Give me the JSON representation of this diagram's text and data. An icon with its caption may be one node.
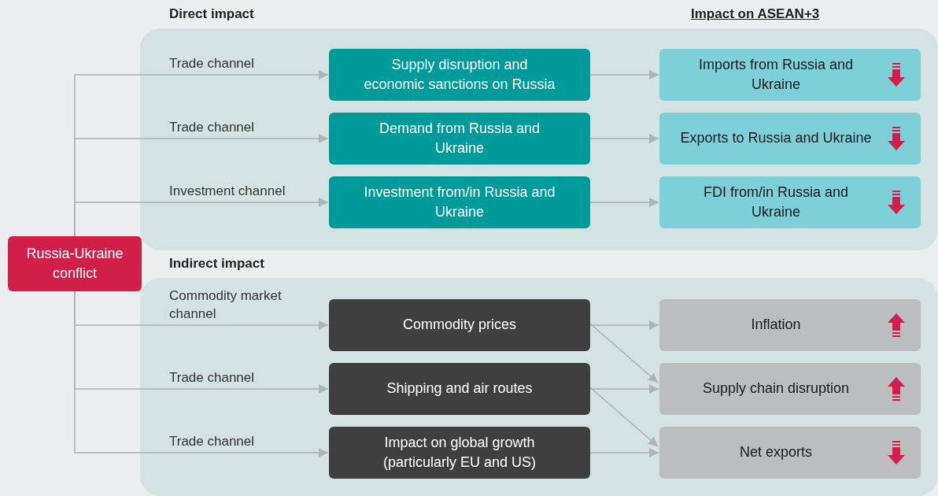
{
  "diagram": {
    "nodes": [
      {
        "text": [
          "Russia-Ukraine conflict"
        ]
      },
      {
        "text": [
          "Direct impact"
        ]
      },
      {
        "text": [
          "Supply disruption and economic sanctions on Russia"
        ],
        "in": 1
      },
      {
        "text": [
          "Demand from Russia and Ukraine"
        ],
        "in": 1
      },
      {
        "text": [
          "Investment from/in Russia and Ukraine"
        ],
        "in": 1
      },
      {
        "text": [
          "Imports from Russia and Ukraine"
        ],
        "in": 1
      },
      {
        "text": [
          "Exports to Russia and Ukraine"
        ],
        "in": 1
      },
      {
        "text": [
          "FDI from/in Russia and Ukraine"
        ],
        "in": 1
      },
      {
        "text": [
          "Indirect impact"
        ]
      },
      {
        "text": [
          "Commodity prices"
        ],
        "in": 8
      },
      {
        "text": [
          "Shipping and air routes"
        ],
        "in": 8
      },
      {
        "text": [
          "Impact on global growth (particularly EU and US)"
        ],
        "in": 8
      },
      {
        "text": [
          "Inflation"
        ],
        "in": 8
      },
      {
        "text": [
          "Supply chain disruption"
        ],
        "in": 8
      },
      {
        "text": [
          "Net exports"
        ],
        "in": 8
      }
    ],
    "edges": [
      {
        "from": 0,
        "to": 2,
        "arrow": "to",
        "label": "Trade channel"
      },
      {
        "from": 0,
        "to": 3,
        "arrow": "to",
        "label": "Trade channel"
      },
      {
        "from": 0,
        "to": 4,
        "arrow": "to",
        "label": "Investment channel"
      },
      {
        "from": 0,
        "to": 9,
        "arrow": "to",
        "label": "Commodity market channel"
      },
      {
        "from": 0,
        "to": 10,
        "arrow": "to",
        "label": "Trade channel"
      },
      {
        "from": 0,
        "to": 11,
        "arrow": "to",
        "label": "Trade channel"
      },
      {
        "from": 2,
        "to": 5,
        "arrow": "to"
      },
      {
        "from": 3,
        "to": 6,
        "arrow": "to"
      },
      {
        "from": 4,
        "to": 7,
        "arrow": "to"
      },
      {
        "from": 9,
        "to": 12,
        "arrow": "to"
      },
      {
        "from": 9,
        "to": 13,
        "arrow": "to"
      },
      {
        "from": 10,
        "to": 13,
        "arrow": "to"
      },
      {
        "from": 10,
        "to": 14,
        "arrow": "to"
      },
      {
        "from": 11,
        "to": 14,
        "arrow": "to"
      }
    ],
    "labels": [
      "Impact on ASEAN+3"
    ]
  }
}
